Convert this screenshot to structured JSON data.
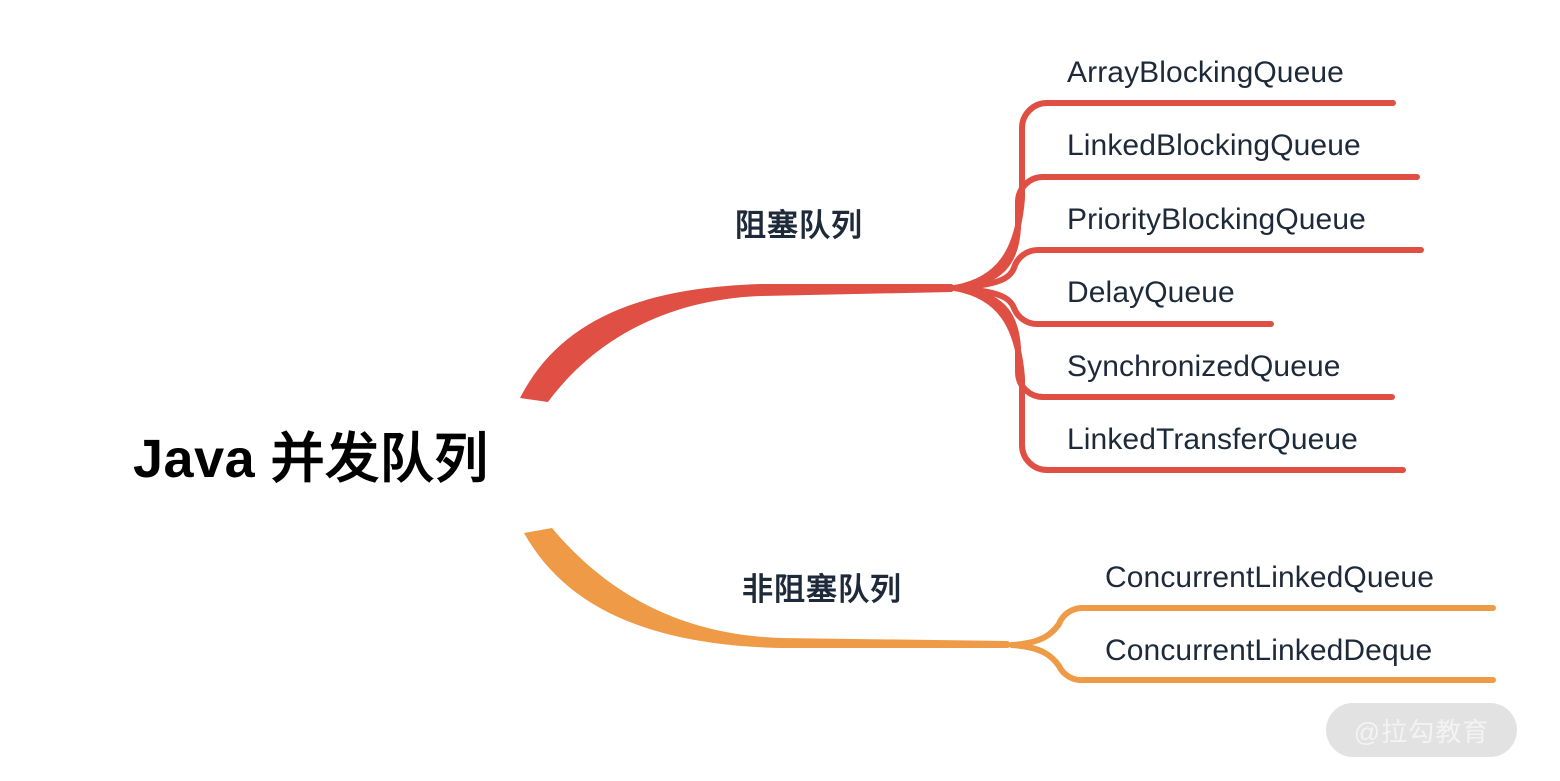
{
  "diagram": {
    "type": "mindmap",
    "root": {
      "label": "Java 并发队列",
      "color": "#000000"
    },
    "branches": [
      {
        "label": "阻塞队列",
        "color": "#E04F44",
        "children": [
          {
            "label": "ArrayBlockingQueue"
          },
          {
            "label": "LinkedBlockingQueue"
          },
          {
            "label": "PriorityBlockingQueue"
          },
          {
            "label": "DelayQueue"
          },
          {
            "label": "SynchronizedQueue"
          },
          {
            "label": "LinkedTransferQueue"
          }
        ]
      },
      {
        "label": "非阻塞队列",
        "color": "#EE9A46",
        "children": [
          {
            "label": "ConcurrentLinkedQueue"
          },
          {
            "label": "ConcurrentLinkedDeque"
          }
        ]
      }
    ]
  },
  "watermark": {
    "text": "@拉勾教育"
  },
  "colors": {
    "red": "#E04F44",
    "orange": "#EE9A46",
    "text_dark": "#1E2A3A",
    "root_text": "#000000",
    "background": "#ffffff",
    "watermark_pill": "#E2E2E2",
    "watermark_text": "#F3F3F3"
  }
}
